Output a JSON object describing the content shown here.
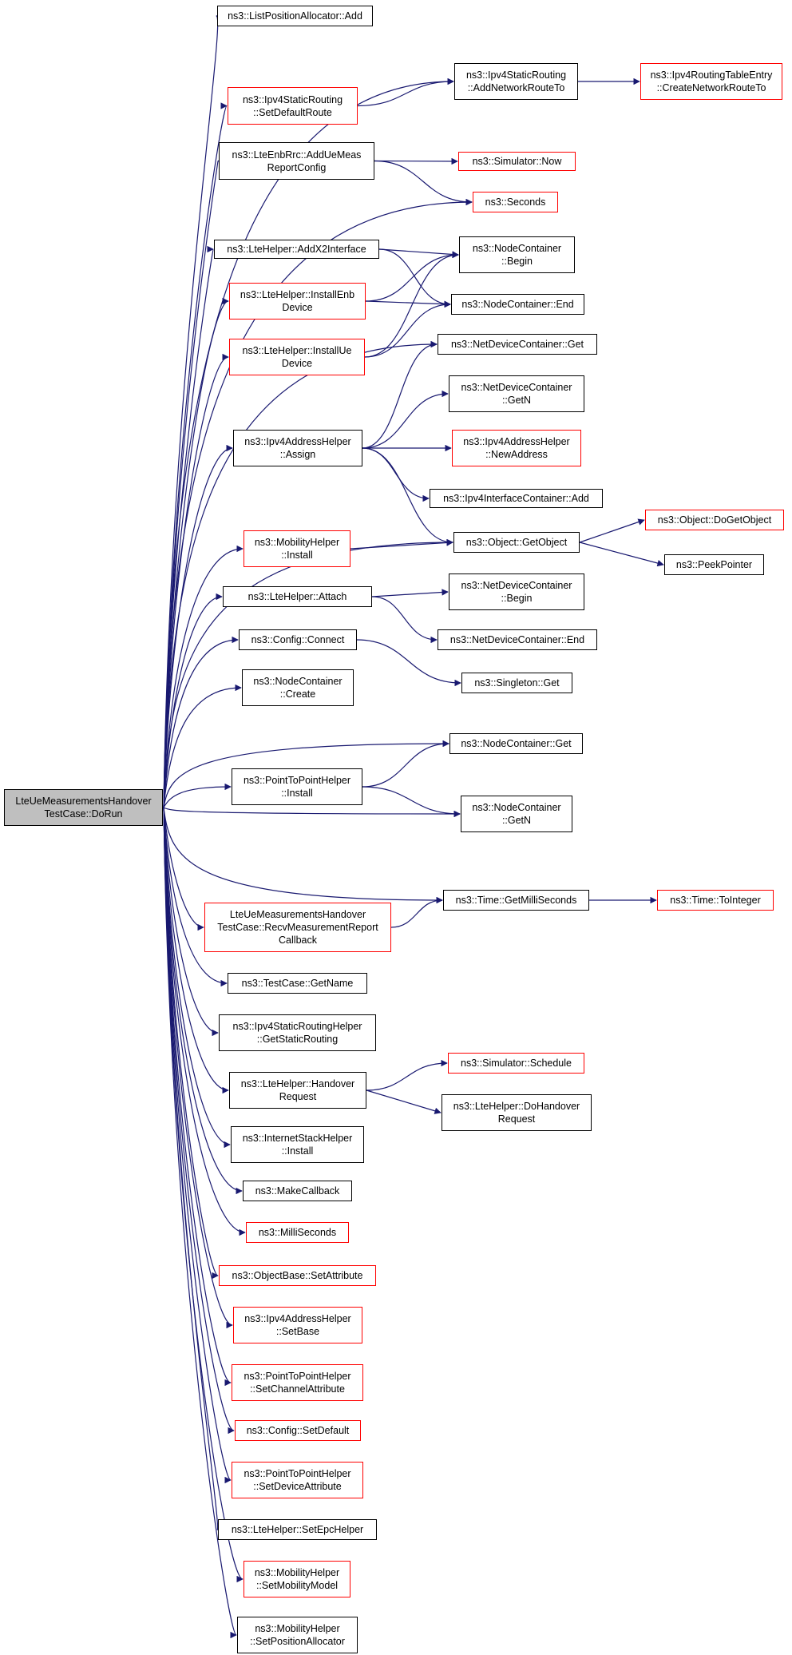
{
  "colors": {
    "edge": "#191970",
    "border": "#000000",
    "highlight_border": "#ff0000",
    "root_fill": "#bfbfbf"
  },
  "nodes": [
    {
      "id": "root",
      "lines": [
        "LteUeMeasurementsHandover",
        "TestCase::DoRun"
      ],
      "style": "root"
    },
    {
      "id": "listpos_add",
      "lines": [
        "ns3::ListPositionAllocator::Add"
      ],
      "style": "normal"
    },
    {
      "id": "setdefaultroute",
      "lines": [
        "ns3::Ipv4StaticRouting",
        "::SetDefaultRoute"
      ],
      "style": "red"
    },
    {
      "id": "addnetworkrouteto",
      "lines": [
        "ns3::Ipv4StaticRouting",
        "::AddNetworkRouteTo"
      ],
      "style": "normal"
    },
    {
      "id": "createnetworkrouteto",
      "lines": [
        "ns3::Ipv4RoutingTableEntry",
        "::CreateNetworkRouteTo"
      ],
      "style": "red"
    },
    {
      "id": "adduemeas",
      "lines": [
        "ns3::LteEnbRrc::AddUeMeas",
        "ReportConfig"
      ],
      "style": "normal"
    },
    {
      "id": "sim_now",
      "lines": [
        "ns3::Simulator::Now"
      ],
      "style": "red"
    },
    {
      "id": "seconds",
      "lines": [
        "ns3::Seconds"
      ],
      "style": "red"
    },
    {
      "id": "addx2",
      "lines": [
        "ns3::LteHelper::AddX2Interface"
      ],
      "style": "normal"
    },
    {
      "id": "nc_begin",
      "lines": [
        "ns3::NodeContainer",
        "::Begin"
      ],
      "style": "normal"
    },
    {
      "id": "installenb",
      "lines": [
        "ns3::LteHelper::InstallEnb",
        "Device"
      ],
      "style": "red"
    },
    {
      "id": "nc_end",
      "lines": [
        "ns3::NodeContainer::End"
      ],
      "style": "normal"
    },
    {
      "id": "installue",
      "lines": [
        "ns3::LteHelper::InstallUe",
        "Device"
      ],
      "style": "red"
    },
    {
      "id": "ndc_get",
      "lines": [
        "ns3::NetDeviceContainer::Get"
      ],
      "style": "normal"
    },
    {
      "id": "ndc_getn",
      "lines": [
        "ns3::NetDeviceContainer",
        "::GetN"
      ],
      "style": "normal"
    },
    {
      "id": "assign",
      "lines": [
        "ns3::Ipv4AddressHelper",
        "::Assign"
      ],
      "style": "normal"
    },
    {
      "id": "newaddress",
      "lines": [
        "ns3::Ipv4AddressHelper",
        "::NewAddress"
      ],
      "style": "red"
    },
    {
      "id": "ic_add",
      "lines": [
        "ns3::Ipv4InterfaceContainer::Add"
      ],
      "style": "normal"
    },
    {
      "id": "mob_install",
      "lines": [
        "ns3::MobilityHelper",
        "::Install"
      ],
      "style": "red"
    },
    {
      "id": "getobject",
      "lines": [
        "ns3::Object::GetObject"
      ],
      "style": "normal"
    },
    {
      "id": "dogetobject",
      "lines": [
        "ns3::Object::DoGetObject"
      ],
      "style": "red"
    },
    {
      "id": "peekpointer",
      "lines": [
        "ns3::PeekPointer"
      ],
      "style": "normal"
    },
    {
      "id": "attach",
      "lines": [
        "ns3::LteHelper::Attach"
      ],
      "style": "normal"
    },
    {
      "id": "ndc_begin",
      "lines": [
        "ns3::NetDeviceContainer",
        "::Begin"
      ],
      "style": "normal"
    },
    {
      "id": "ndc_end",
      "lines": [
        "ns3::NetDeviceContainer::End"
      ],
      "style": "normal"
    },
    {
      "id": "cfg_connect",
      "lines": [
        "ns3::Config::Connect"
      ],
      "style": "normal"
    },
    {
      "id": "singleton_get",
      "lines": [
        "ns3::Singleton::Get"
      ],
      "style": "normal"
    },
    {
      "id": "nc_create",
      "lines": [
        "ns3::NodeContainer",
        "::Create"
      ],
      "style": "normal"
    },
    {
      "id": "nc_get",
      "lines": [
        "ns3::NodeContainer::Get"
      ],
      "style": "normal"
    },
    {
      "id": "p2p_install",
      "lines": [
        "ns3::PointToPointHelper",
        "::Install"
      ],
      "style": "normal"
    },
    {
      "id": "nc_getn",
      "lines": [
        "ns3::NodeContainer",
        "::GetN"
      ],
      "style": "normal"
    },
    {
      "id": "recvcb",
      "lines": [
        "LteUeMeasurementsHandover",
        "TestCase::RecvMeasurementReport",
        "Callback"
      ],
      "style": "red"
    },
    {
      "id": "getmillis",
      "lines": [
        "ns3::Time::GetMilliSeconds"
      ],
      "style": "normal"
    },
    {
      "id": "tointeger",
      "lines": [
        "ns3::Time::ToInteger"
      ],
      "style": "red"
    },
    {
      "id": "getname",
      "lines": [
        "ns3::TestCase::GetName"
      ],
      "style": "normal"
    },
    {
      "id": "getstaticrouting",
      "lines": [
        "ns3::Ipv4StaticRoutingHelper",
        "::GetStaticRouting"
      ],
      "style": "normal"
    },
    {
      "id": "handoverreq",
      "lines": [
        "ns3::LteHelper::Handover",
        "Request"
      ],
      "style": "normal"
    },
    {
      "id": "schedule",
      "lines": [
        "ns3::Simulator::Schedule"
      ],
      "style": "red"
    },
    {
      "id": "dohandover",
      "lines": [
        "ns3::LteHelper::DoHandover",
        "Request"
      ],
      "style": "normal"
    },
    {
      "id": "inet_install",
      "lines": [
        "ns3::InternetStackHelper",
        "::Install"
      ],
      "style": "normal"
    },
    {
      "id": "makecallback",
      "lines": [
        "ns3::MakeCallback"
      ],
      "style": "normal"
    },
    {
      "id": "milliseconds",
      "lines": [
        "ns3::MilliSeconds"
      ],
      "style": "red"
    },
    {
      "id": "setattribute",
      "lines": [
        "ns3::ObjectBase::SetAttribute"
      ],
      "style": "red"
    },
    {
      "id": "setbase",
      "lines": [
        "ns3::Ipv4AddressHelper",
        "::SetBase"
      ],
      "style": "red"
    },
    {
      "id": "setchannelattr",
      "lines": [
        "ns3::PointToPointHelper",
        "::SetChannelAttribute"
      ],
      "style": "red"
    },
    {
      "id": "cfg_setdefault",
      "lines": [
        "ns3::Config::SetDefault"
      ],
      "style": "red"
    },
    {
      "id": "setdeviceattr",
      "lines": [
        "ns3::PointToPointHelper",
        "::SetDeviceAttribute"
      ],
      "style": "red"
    },
    {
      "id": "setepchelper",
      "lines": [
        "ns3::LteHelper::SetEpcHelper"
      ],
      "style": "normal"
    },
    {
      "id": "setmobilitymodel",
      "lines": [
        "ns3::MobilityHelper",
        "::SetMobilityModel"
      ],
      "style": "red"
    },
    {
      "id": "setposalloc",
      "lines": [
        "ns3::MobilityHelper",
        "::SetPositionAllocator"
      ],
      "style": "normal"
    }
  ],
  "edges": [
    [
      "root",
      "listpos_add"
    ],
    [
      "root",
      "addnetworkrouteto"
    ],
    [
      "root",
      "setdefaultroute"
    ],
    [
      "root",
      "adduemeas"
    ],
    [
      "root",
      "seconds"
    ],
    [
      "root",
      "addx2"
    ],
    [
      "root",
      "installenb"
    ],
    [
      "root",
      "installue"
    ],
    [
      "root",
      "ndc_get"
    ],
    [
      "root",
      "assign"
    ],
    [
      "root",
      "getobject"
    ],
    [
      "root",
      "mob_install"
    ],
    [
      "root",
      "attach"
    ],
    [
      "root",
      "cfg_connect"
    ],
    [
      "root",
      "nc_create"
    ],
    [
      "root",
      "nc_get"
    ],
    [
      "root",
      "p2p_install"
    ],
    [
      "root",
      "nc_getn"
    ],
    [
      "root",
      "getmillis"
    ],
    [
      "root",
      "recvcb"
    ],
    [
      "root",
      "getname"
    ],
    [
      "root",
      "getstaticrouting"
    ],
    [
      "root",
      "handoverreq"
    ],
    [
      "root",
      "inet_install"
    ],
    [
      "root",
      "makecallback"
    ],
    [
      "root",
      "milliseconds"
    ],
    [
      "root",
      "setattribute"
    ],
    [
      "root",
      "setbase"
    ],
    [
      "root",
      "setchannelattr"
    ],
    [
      "root",
      "cfg_setdefault"
    ],
    [
      "root",
      "setdeviceattr"
    ],
    [
      "root",
      "setepchelper"
    ],
    [
      "root",
      "setmobilitymodel"
    ],
    [
      "root",
      "setposalloc"
    ],
    [
      "setdefaultroute",
      "addnetworkrouteto"
    ],
    [
      "addnetworkrouteto",
      "createnetworkrouteto"
    ],
    [
      "adduemeas",
      "sim_now"
    ],
    [
      "adduemeas",
      "seconds"
    ],
    [
      "addx2",
      "nc_begin"
    ],
    [
      "addx2",
      "nc_end"
    ],
    [
      "installenb",
      "nc_begin"
    ],
    [
      "installenb",
      "nc_end"
    ],
    [
      "installue",
      "nc_begin"
    ],
    [
      "installue",
      "nc_end"
    ],
    [
      "assign",
      "ndc_get"
    ],
    [
      "assign",
      "ndc_getn"
    ],
    [
      "assign",
      "newaddress"
    ],
    [
      "assign",
      "ic_add"
    ],
    [
      "assign",
      "getobject"
    ],
    [
      "mob_install",
      "getobject"
    ],
    [
      "getobject",
      "dogetobject"
    ],
    [
      "getobject",
      "peekpointer"
    ],
    [
      "attach",
      "ndc_begin"
    ],
    [
      "attach",
      "ndc_end"
    ],
    [
      "cfg_connect",
      "singleton_get"
    ],
    [
      "p2p_install",
      "nc_get"
    ],
    [
      "p2p_install",
      "nc_getn"
    ],
    [
      "recvcb",
      "getmillis"
    ],
    [
      "getmillis",
      "tointeger"
    ],
    [
      "handoverreq",
      "schedule"
    ],
    [
      "handoverreq",
      "dohandover"
    ]
  ]
}
